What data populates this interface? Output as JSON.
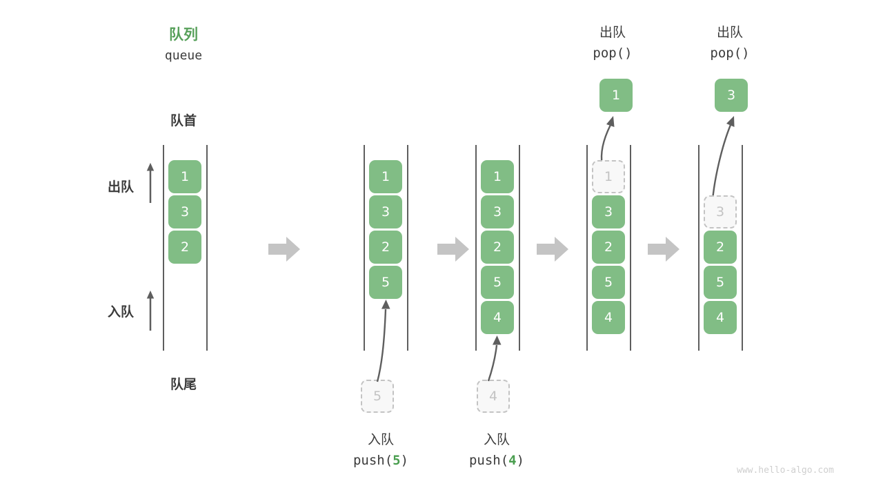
{
  "diagram": {
    "title_cn": "队列",
    "title_en": "queue",
    "head_label": "队首",
    "tail_label": "队尾",
    "dequeue_label": "出队",
    "enqueue_label": "入队",
    "watermark": "www.hello-algo.com",
    "colors": {
      "accent_green": "#81bd85",
      "title_green": "#57a05a",
      "ghost_fill": "#f8f8f8",
      "ghost_border": "#c3c3c3",
      "rail": "#5e5e5e",
      "step_arrow": "#c4c4c4",
      "text": "#3b3b3b",
      "watermark": "#cfcfcf"
    }
  },
  "steps": [
    {
      "id": "initial",
      "caption_cn": "",
      "caption_code": "",
      "cells": [
        {
          "value": "1",
          "state": "filled"
        },
        {
          "value": "3",
          "state": "filled"
        },
        {
          "value": "2",
          "state": "filled"
        }
      ],
      "incoming": null,
      "popped": null
    },
    {
      "id": "push-5",
      "caption_cn": "入队",
      "caption_code_prefix": "push(",
      "caption_code_num": "5",
      "caption_code_suffix": ")",
      "cells": [
        {
          "value": "1",
          "state": "filled"
        },
        {
          "value": "3",
          "state": "filled"
        },
        {
          "value": "2",
          "state": "filled"
        },
        {
          "value": "5",
          "state": "filled"
        }
      ],
      "incoming": {
        "value": "5",
        "state": "ghost"
      },
      "popped": null
    },
    {
      "id": "push-4",
      "caption_cn": "入队",
      "caption_code_prefix": "push(",
      "caption_code_num": "4",
      "caption_code_suffix": ")",
      "cells": [
        {
          "value": "1",
          "state": "filled"
        },
        {
          "value": "3",
          "state": "filled"
        },
        {
          "value": "2",
          "state": "filled"
        },
        {
          "value": "5",
          "state": "filled"
        },
        {
          "value": "4",
          "state": "filled"
        }
      ],
      "incoming": {
        "value": "4",
        "state": "ghost"
      },
      "popped": null
    },
    {
      "id": "pop-1",
      "header_cn": "出队",
      "header_code": "pop()",
      "cells": [
        {
          "value": "1",
          "state": "ghost"
        },
        {
          "value": "3",
          "state": "filled"
        },
        {
          "value": "2",
          "state": "filled"
        },
        {
          "value": "5",
          "state": "filled"
        },
        {
          "value": "4",
          "state": "filled"
        }
      ],
      "incoming": null,
      "popped": {
        "value": "1",
        "state": "filled"
      }
    },
    {
      "id": "pop-3",
      "header_cn": "出队",
      "header_code": "pop()",
      "cells": [
        {
          "value": "",
          "state": "empty"
        },
        {
          "value": "3",
          "state": "ghost"
        },
        {
          "value": "2",
          "state": "filled"
        },
        {
          "value": "5",
          "state": "filled"
        },
        {
          "value": "4",
          "state": "filled"
        }
      ],
      "incoming": null,
      "popped": {
        "value": "3",
        "state": "filled"
      }
    }
  ]
}
